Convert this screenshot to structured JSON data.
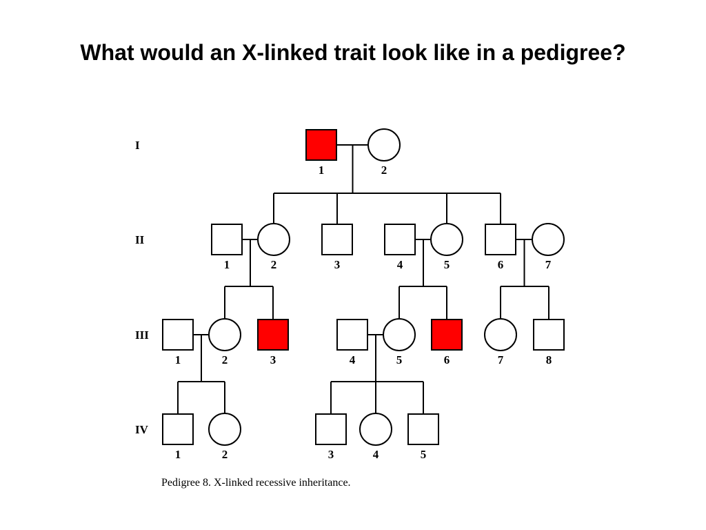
{
  "title": "What would an X-linked trait look like in a pedigree?",
  "caption": "Pedigree 8. X-linked recessive inheritance.",
  "colors": {
    "affected": "#ff0000",
    "unaffected": "#ffffff",
    "line": "#000000"
  },
  "generations": [
    {
      "id": "I",
      "label": "I"
    },
    {
      "id": "II",
      "label": "II"
    },
    {
      "id": "III",
      "label": "III"
    },
    {
      "id": "IV",
      "label": "IV"
    }
  ],
  "individuals": [
    {
      "id": "I-1",
      "gen": "I",
      "num": "1",
      "sex": "male",
      "affected": true
    },
    {
      "id": "I-2",
      "gen": "I",
      "num": "2",
      "sex": "female",
      "affected": false
    },
    {
      "id": "II-1",
      "gen": "II",
      "num": "1",
      "sex": "male",
      "affected": false
    },
    {
      "id": "II-2",
      "gen": "II",
      "num": "2",
      "sex": "female",
      "affected": false
    },
    {
      "id": "II-3",
      "gen": "II",
      "num": "3",
      "sex": "male",
      "affected": false
    },
    {
      "id": "II-4",
      "gen": "II",
      "num": "4",
      "sex": "male",
      "affected": false
    },
    {
      "id": "II-5",
      "gen": "II",
      "num": "5",
      "sex": "female",
      "affected": false
    },
    {
      "id": "II-6",
      "gen": "II",
      "num": "6",
      "sex": "male",
      "affected": false
    },
    {
      "id": "II-7",
      "gen": "II",
      "num": "7",
      "sex": "female",
      "affected": false
    },
    {
      "id": "III-1",
      "gen": "III",
      "num": "1",
      "sex": "male",
      "affected": false
    },
    {
      "id": "III-2",
      "gen": "III",
      "num": "2",
      "sex": "female",
      "affected": false
    },
    {
      "id": "III-3",
      "gen": "III",
      "num": "3",
      "sex": "male",
      "affected": true
    },
    {
      "id": "III-4",
      "gen": "III",
      "num": "4",
      "sex": "male",
      "affected": false
    },
    {
      "id": "III-5",
      "gen": "III",
      "num": "5",
      "sex": "female",
      "affected": false
    },
    {
      "id": "III-6",
      "gen": "III",
      "num": "6",
      "sex": "male",
      "affected": true
    },
    {
      "id": "III-7",
      "gen": "III",
      "num": "7",
      "sex": "female",
      "affected": false
    },
    {
      "id": "III-8",
      "gen": "III",
      "num": "8",
      "sex": "male",
      "affected": false
    },
    {
      "id": "IV-1",
      "gen": "IV",
      "num": "1",
      "sex": "male",
      "affected": false
    },
    {
      "id": "IV-2",
      "gen": "IV",
      "num": "2",
      "sex": "female",
      "affected": false
    },
    {
      "id": "IV-3",
      "gen": "IV",
      "num": "3",
      "sex": "male",
      "affected": false
    },
    {
      "id": "IV-4",
      "gen": "IV",
      "num": "4",
      "sex": "female",
      "affected": false
    },
    {
      "id": "IV-5",
      "gen": "IV",
      "num": "5",
      "sex": "male",
      "affected": false
    }
  ],
  "couples": [
    {
      "a": "I-1",
      "b": "I-2",
      "children": [
        "II-2",
        "II-3",
        "II-5",
        "II-6"
      ]
    },
    {
      "a": "II-1",
      "b": "II-2",
      "children": [
        "III-2",
        "III-3"
      ]
    },
    {
      "a": "II-4",
      "b": "II-5",
      "children": [
        "III-5",
        "III-6"
      ]
    },
    {
      "a": "II-6",
      "b": "II-7",
      "children": [
        "III-7",
        "III-8"
      ]
    },
    {
      "a": "III-1",
      "b": "III-2",
      "children": [
        "IV-1",
        "IV-2"
      ]
    },
    {
      "a": "III-4",
      "b": "III-5",
      "children": [
        "IV-3",
        "IV-4",
        "IV-5"
      ]
    }
  ]
}
